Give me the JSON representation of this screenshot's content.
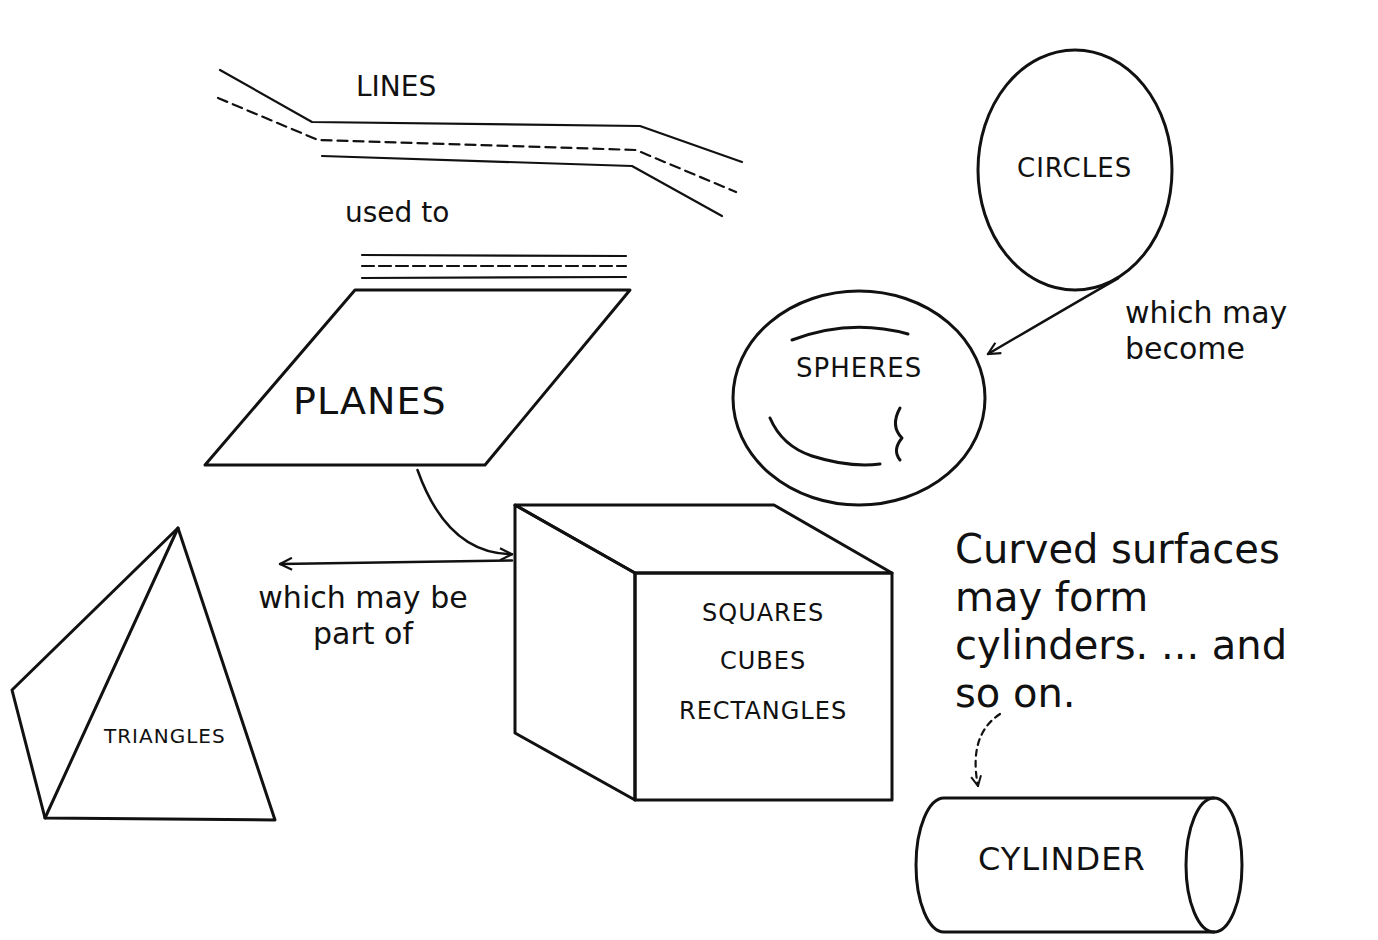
{
  "diagram": {
    "nodes": [
      {
        "text": [
          "PLANES"
        ]
      },
      {
        "text": [
          "CIRCLES"
        ]
      },
      {
        "text": [
          "SPHERES"
        ]
      },
      {
        "text": [
          "SQUARES",
          "CUBES",
          "RECTANGLES"
        ]
      },
      {
        "text": [
          "TRIANGLES"
        ]
      },
      {
        "text": [
          "CYLINDER"
        ]
      }
    ],
    "edges": [
      {
        "from": 0,
        "to": 3,
        "arrow": "to"
      },
      {
        "from": 3,
        "to": 4,
        "arrow": "to",
        "label": "which may be part of"
      },
      {
        "from": 1,
        "to": 2,
        "arrow": "to",
        "label": "which may become"
      }
    ],
    "labels": [
      "LINES",
      "used to",
      "Curved surfaces may form cylinders. ... and so on."
    ]
  }
}
